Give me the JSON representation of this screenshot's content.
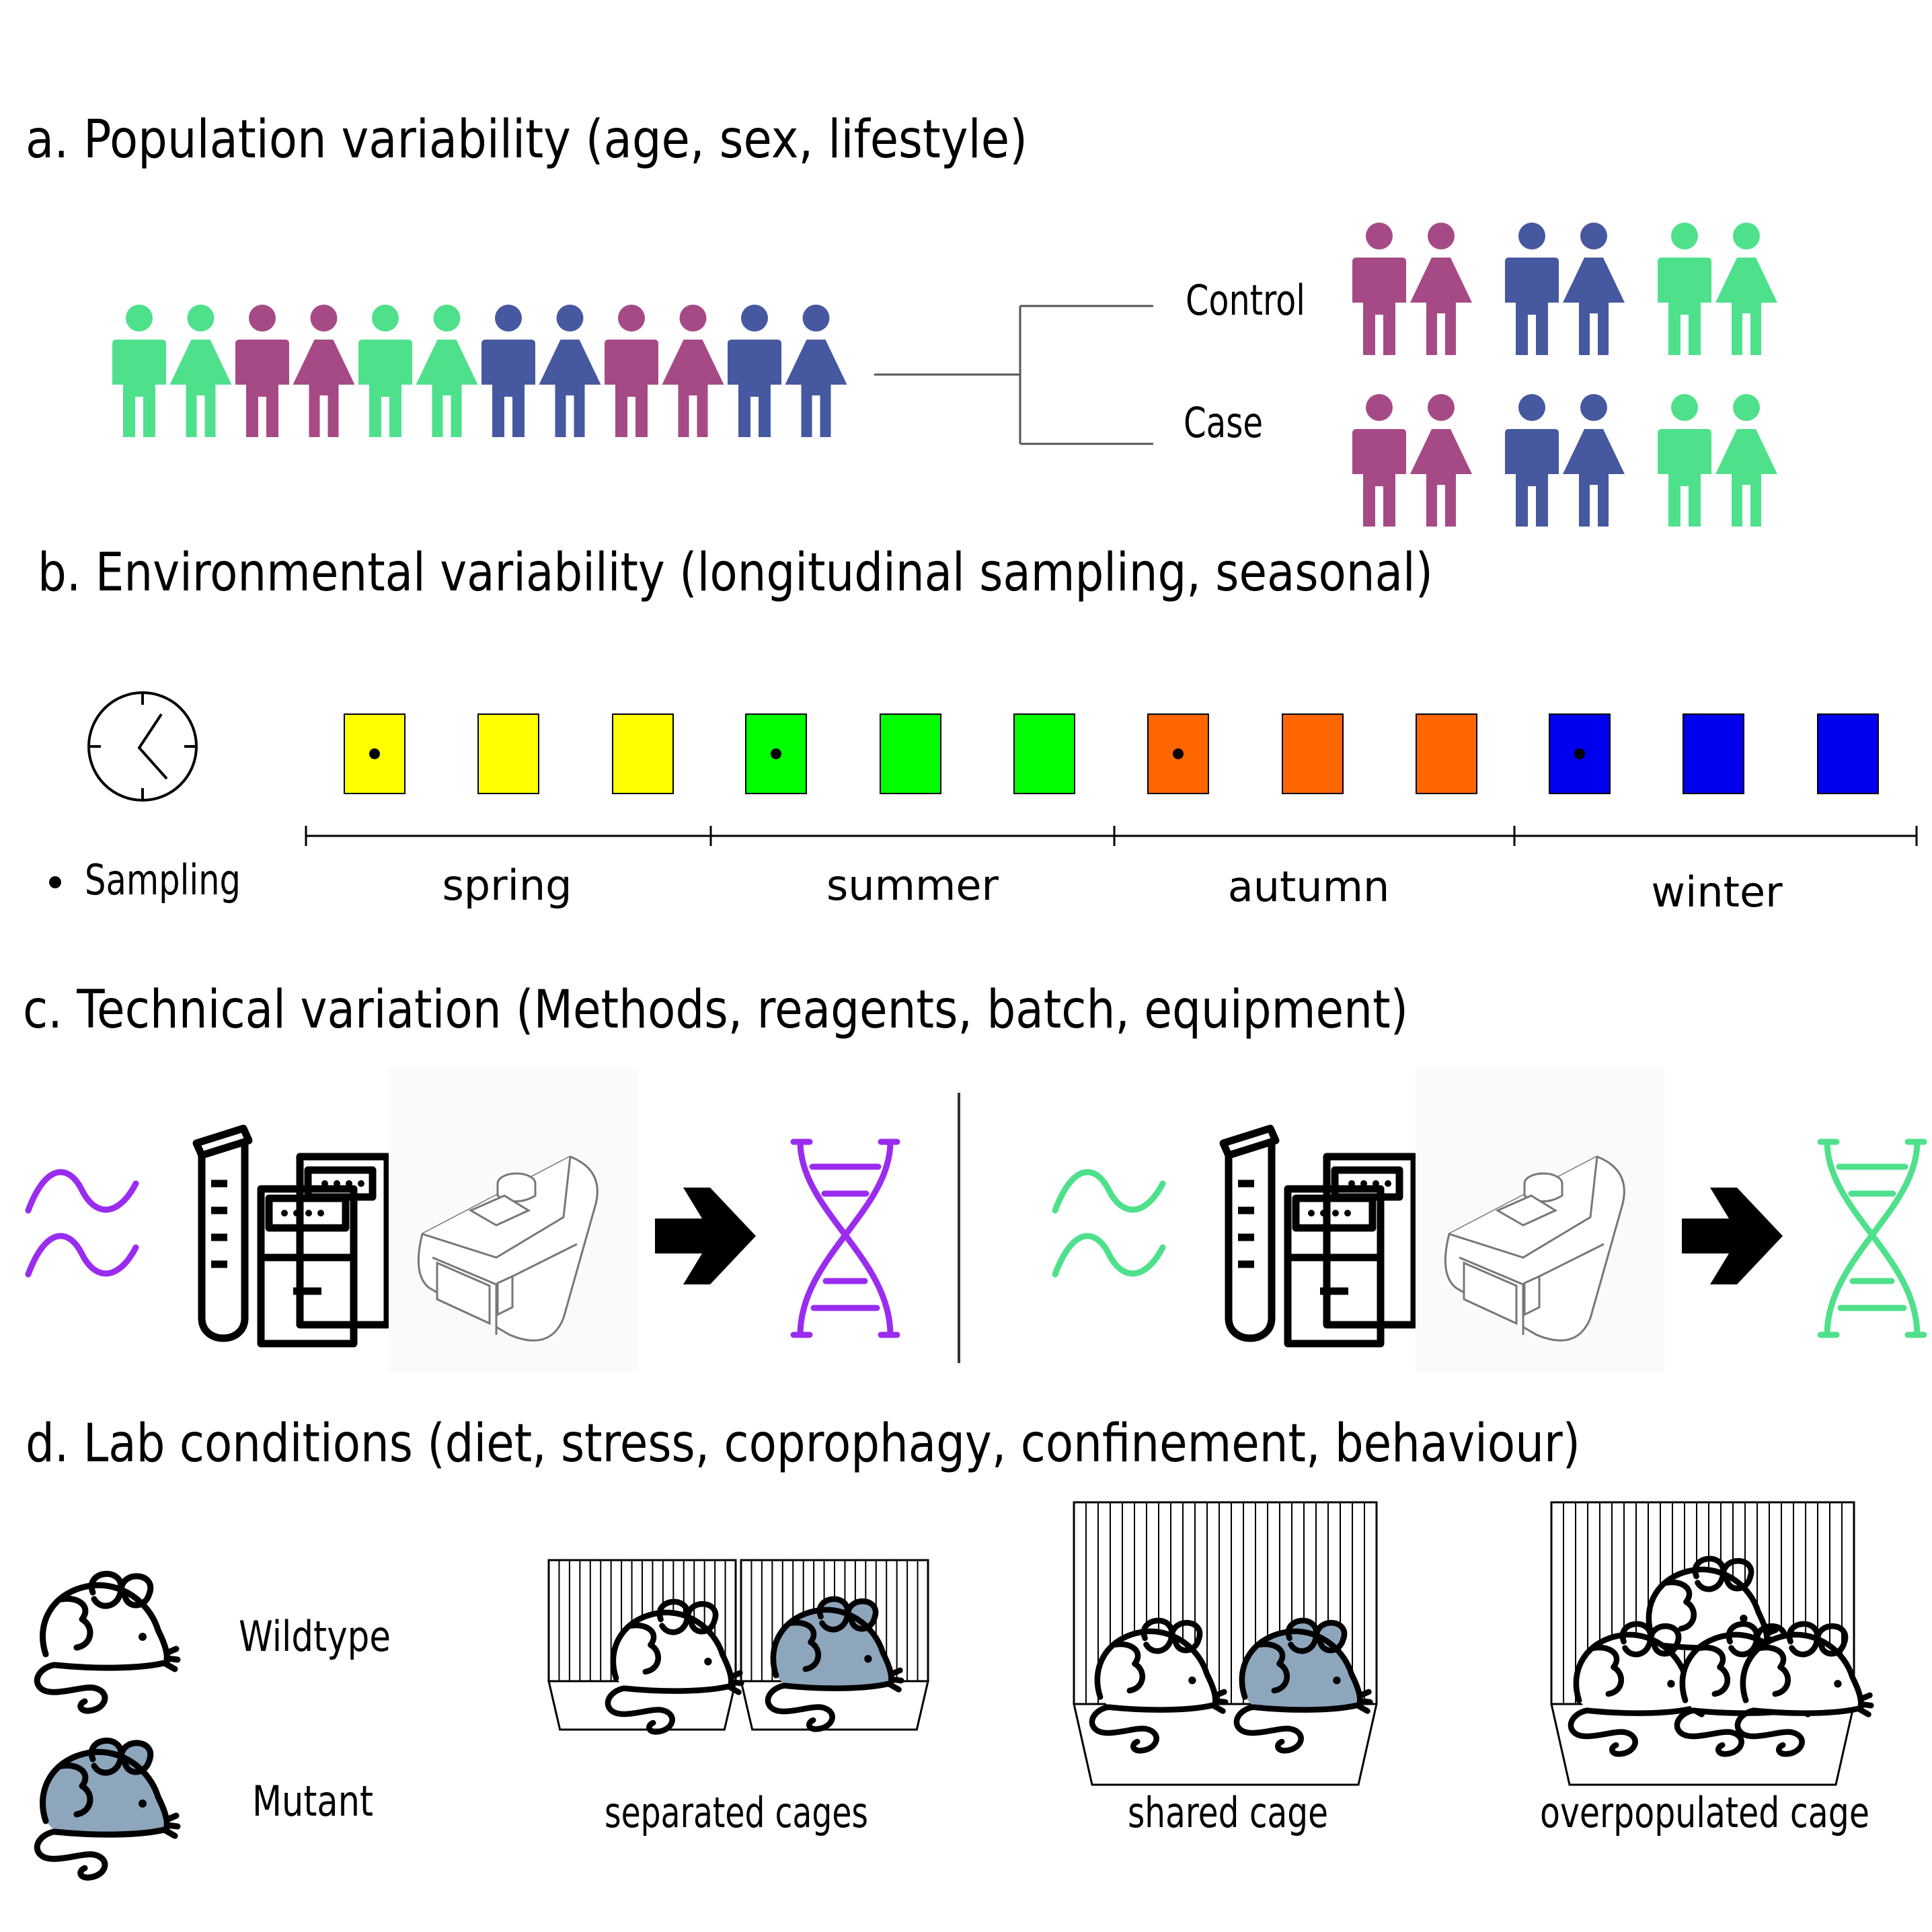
{
  "sections": {
    "a": {
      "title": "a. Population variability (age, sex, lifestyle)",
      "groups": {
        "control": "Control",
        "case": "Case"
      },
      "population_colors": [
        "#4fe08c",
        "#4fe08c",
        "#a64a86",
        "#a64a86",
        "#4fe08c",
        "#4fe08c",
        "#46589f",
        "#46589f",
        "#a64a86",
        "#a64a86",
        "#46589f",
        "#46589f"
      ],
      "group_colors": [
        "#a64a86",
        "#46589f",
        "#4fe08c"
      ]
    },
    "b": {
      "title": "b. Environmental variability (longitudinal sampling, seasonal)",
      "legend": "Sampling",
      "seasons": [
        {
          "label": "spring",
          "color": "#ffff00"
        },
        {
          "label": "summer",
          "color": "#00ff00"
        },
        {
          "label": "autumn",
          "color": "#ff6600"
        },
        {
          "label": "winter",
          "color": "#0000ee"
        }
      ]
    },
    "c": {
      "title": "c. Technical variation (Methods, reagents, batch, equipment)",
      "colors": [
        "#9a2cf0",
        "#4fe08c"
      ]
    },
    "d": {
      "title": "d. Lab conditions (diet, stress, coprophagy, confinement, behaviour)",
      "legend": {
        "wildtype": "Wildtype",
        "mutant": "Mutant"
      },
      "cages": {
        "separated": "separated cages",
        "shared": "shared cage",
        "overpopulated": "overpopulated cage"
      },
      "mutant_color": "#8ea6bc"
    }
  }
}
